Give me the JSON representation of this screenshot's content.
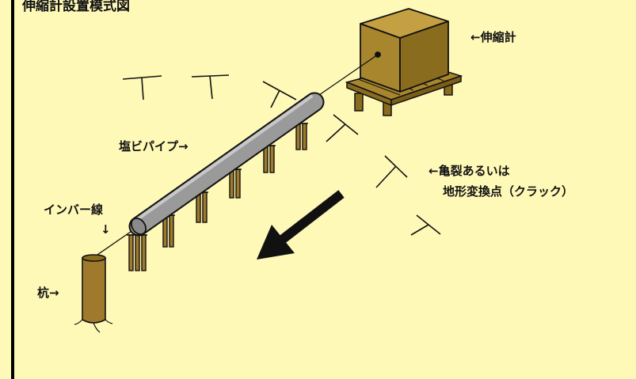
{
  "title": "伸縮計設置模式図",
  "labels": {
    "extensometer": "←伸縮計",
    "pvc_pipe": "塩ビパイプ→",
    "crack_line1": "←亀裂あるいは",
    "crack_line2": "地形変換点（クラック）",
    "invar_wire": "インバー線",
    "invar_arrow": "↓",
    "stake": "杭→"
  },
  "colors": {
    "background": "#fff9b8",
    "box_front": "#a8862d",
    "box_side": "#8a6c1f",
    "box_top": "#c4a043",
    "pipe": "#9a9a9a",
    "stake": "#a07a2c"
  }
}
